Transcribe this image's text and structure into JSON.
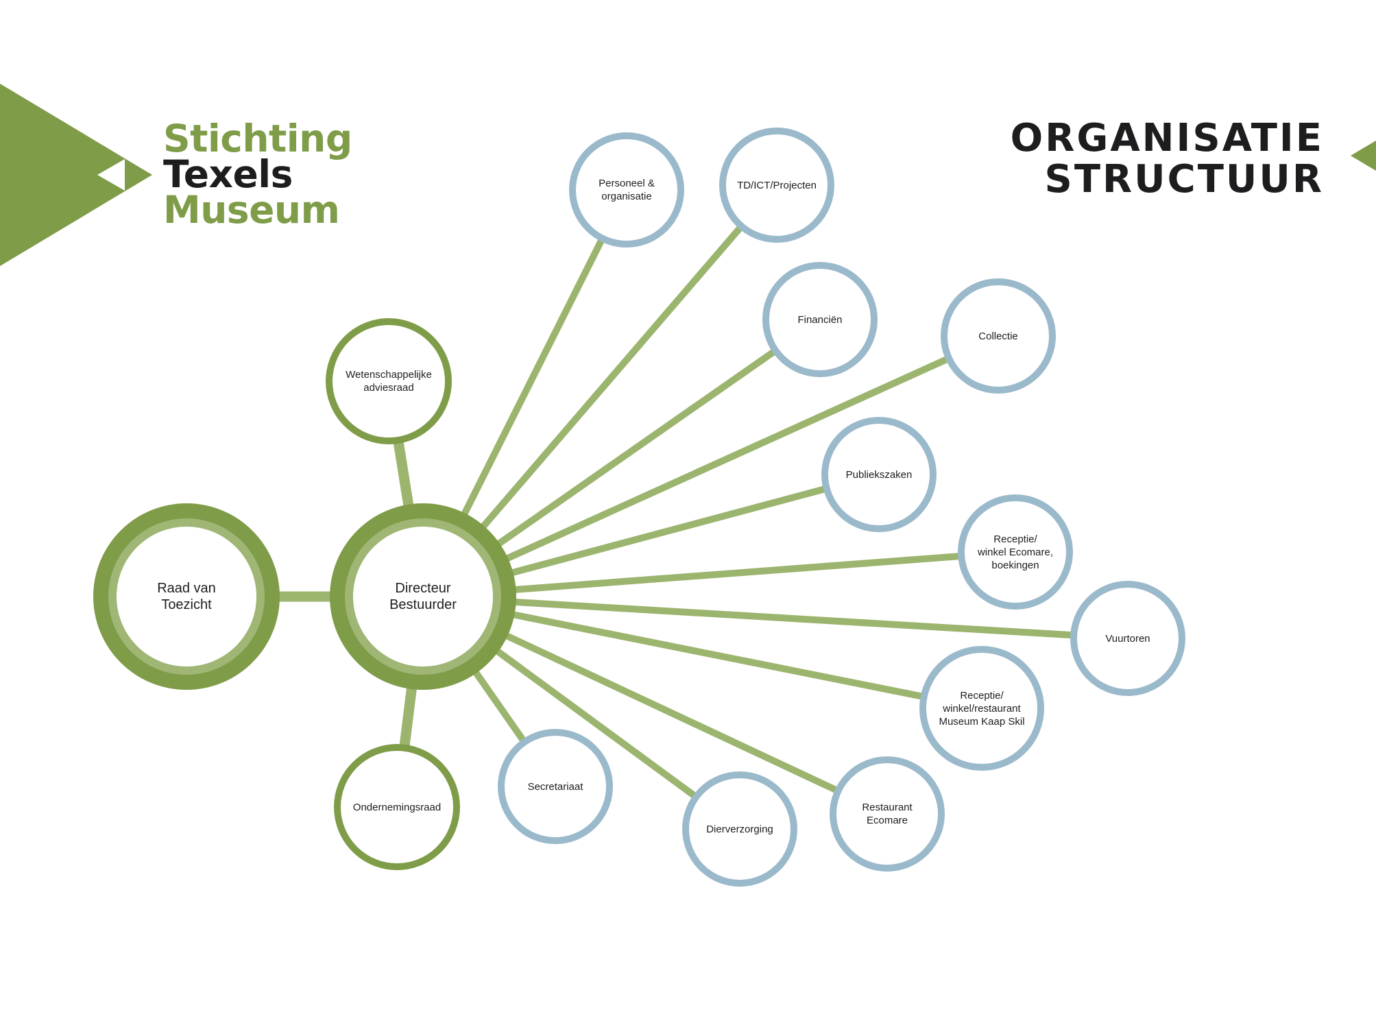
{
  "logo": {
    "line1": "Stichting",
    "line2": "Texels",
    "line3": "Museum",
    "colors": {
      "green": "#7f9c48",
      "dark": "#1d1d1f"
    }
  },
  "title": {
    "line1": "ORGANISATIE",
    "line2": "STRUCTUUR"
  },
  "colors": {
    "connector": "#9bb46e",
    "green_ring": "#7f9c48",
    "green_inner_ring": "#9fb675",
    "blue_ring": "#9ab9cb",
    "text": "#1d1d1f"
  },
  "nodes": {
    "raad": {
      "label": "Raad van\nToezicht"
    },
    "directeur": {
      "label": "Directeur\nBestuurder"
    },
    "wetenschappelijk": {
      "label": "Wetenschappelijke\nadviesraad"
    },
    "ondernemingsraad": {
      "label": "Ondernemingsraad"
    },
    "personeel": {
      "label": "Personeel &\norganisatie"
    },
    "td_ict": {
      "label": "TD/ICT/Projecten"
    },
    "financien": {
      "label": "Financiën"
    },
    "collectie": {
      "label": "Collectie"
    },
    "publiekszaken": {
      "label": "Publiekszaken"
    },
    "receptie_ecomare": {
      "label": "Receptie/\nwinkel Ecomare,\nboekingen"
    },
    "vuurtoren": {
      "label": "Vuurtoren"
    },
    "receptie_kaapskil": {
      "label": "Receptie/\nwinkel/restaurant\nMuseum Kaap Skil"
    },
    "restaurant": {
      "label": "Restaurant\nEcomare"
    },
    "dierverzorging": {
      "label": "Dierverzorging"
    },
    "secretariaat": {
      "label": "Secretariaat"
    }
  }
}
